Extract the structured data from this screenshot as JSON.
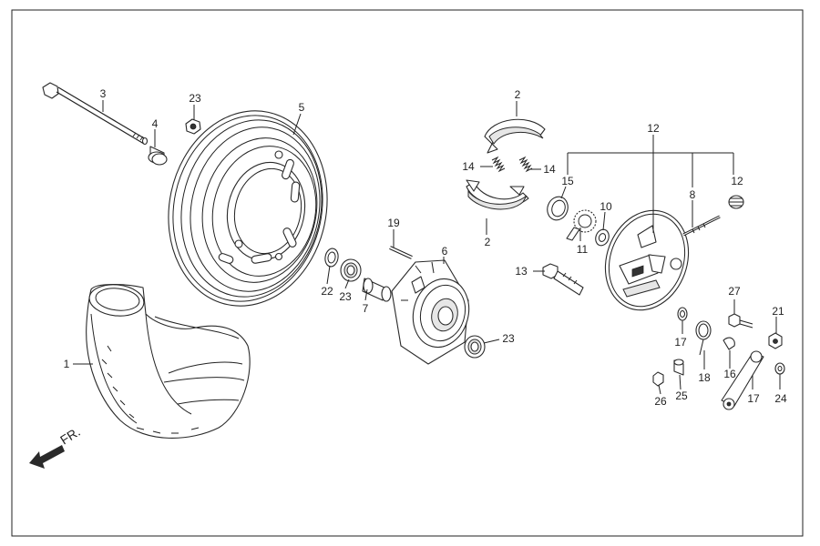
{
  "diagram": {
    "direction_label": "FR.",
    "labels": {
      "p1": "1",
      "p2a": "2",
      "p2b": "2",
      "p3": "3",
      "p4": "4",
      "p5": "5",
      "p6": "6",
      "p7": "7",
      "p8": "8",
      "p10": "10",
      "p11": "11",
      "p12a": "12",
      "p12b": "12",
      "p13": "13",
      "p14a": "14",
      "p14b": "14",
      "p15": "15",
      "p16": "16",
      "p17a": "17",
      "p17b": "17",
      "p18": "18",
      "p19": "19",
      "p21": "21",
      "p22": "22",
      "p23a": "23",
      "p23b": "23",
      "p23c": "23",
      "p24": "24",
      "p25": "25",
      "p26": "26",
      "p27": "27"
    }
  }
}
